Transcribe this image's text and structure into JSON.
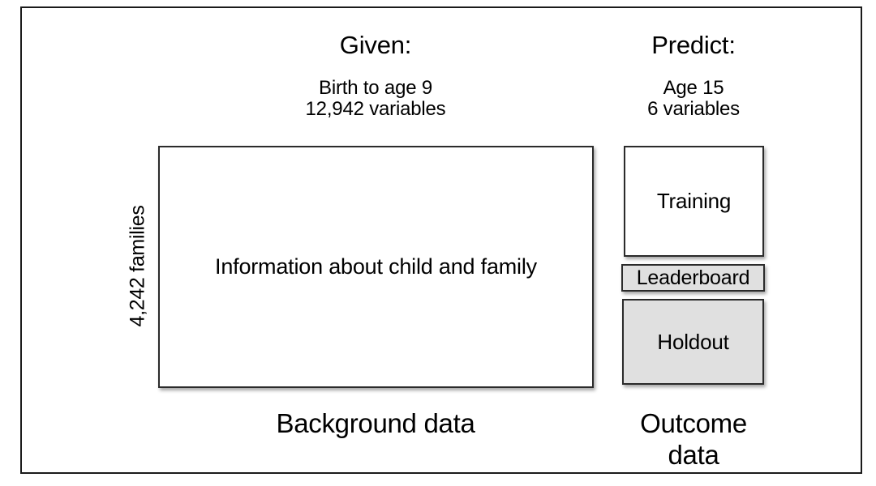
{
  "diagram": {
    "columns": {
      "given": {
        "title": "Given:",
        "period": "Birth to age 9",
        "variables": "12,942 variables",
        "caption": "Background data"
      },
      "predict": {
        "title": "Predict:",
        "period": "Age 15",
        "variables": "6 variables",
        "caption_line1": "Outcome",
        "caption_line2": "data"
      }
    },
    "row_label": "4,242 families",
    "boxes": {
      "background": {
        "label": "Information about child and family",
        "fill": "#ffffff"
      },
      "training": {
        "label": "Training",
        "fill": "#ffffff"
      },
      "leaderboard": {
        "label": "Leaderboard",
        "fill": "#e0e0e0"
      },
      "holdout": {
        "label": "Holdout",
        "fill": "#e0e0e0"
      }
    },
    "colors": {
      "border": "#2b2b2b",
      "frame": "#1a1a1a",
      "text": "#000000",
      "shaded_fill": "#e0e0e0"
    }
  }
}
